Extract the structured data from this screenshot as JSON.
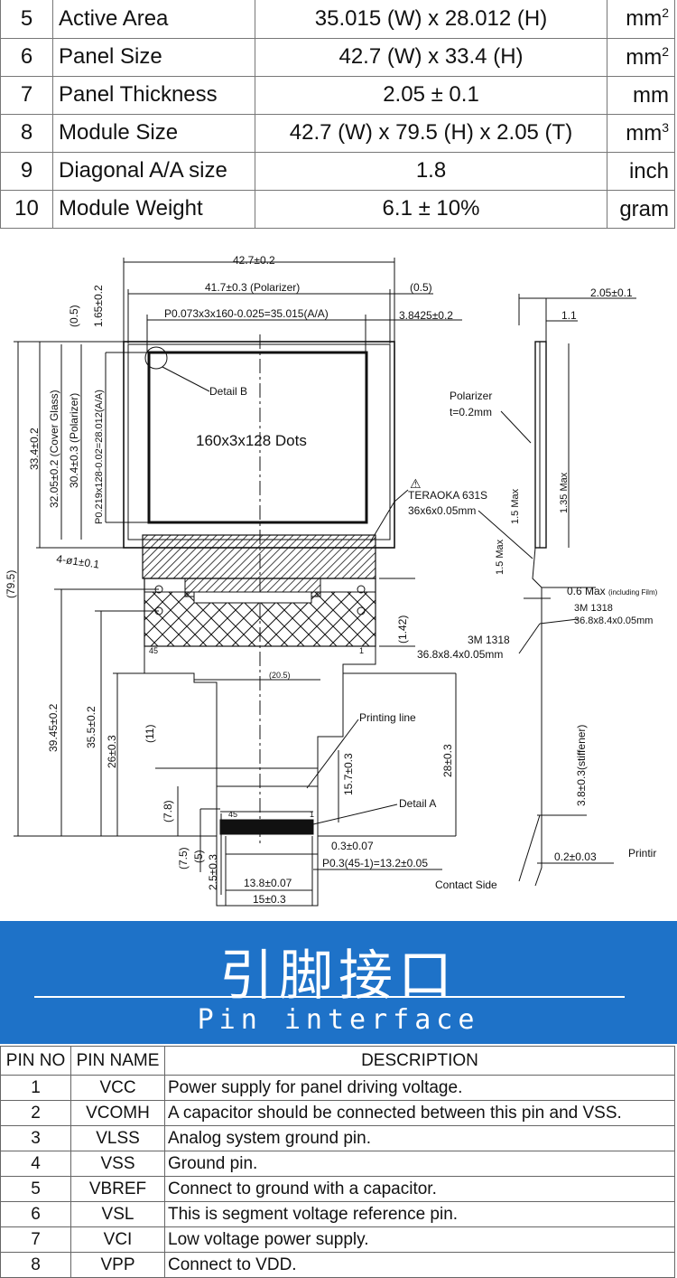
{
  "spec_rows": [
    {
      "no": "5",
      "item": "Active Area",
      "value": "35.015 (W) x 28.012 (H)",
      "unit": "mm",
      "sup": "2"
    },
    {
      "no": "6",
      "item": "Panel Size",
      "value": "42.7 (W) x 33.4 (H)",
      "unit": "mm",
      "sup": "2"
    },
    {
      "no": "7",
      "item": "Panel Thickness",
      "value": "2.05 ± 0.1",
      "unit": "mm",
      "sup": ""
    },
    {
      "no": "8",
      "item": "Module Size",
      "value": "42.7 (W) x 79.5 (H) x 2.05 (T)",
      "unit": "mm",
      "sup": "3"
    },
    {
      "no": "9",
      "item": "Diagonal A/A size",
      "value": "1.8",
      "unit": "inch",
      "sup": ""
    },
    {
      "no": "10",
      "item": "Module Weight",
      "value": "6.1 ± 10%",
      "unit": "gram",
      "sup": ""
    }
  ],
  "drawing": {
    "dim_top_width": "42.7±0.2",
    "dim_polarizer": "41.7±0.3 (Polarizer)",
    "dim_05": "(0.5)",
    "dim_pitch": "P0.073x3x160-0.025=35.015(A/A)",
    "dim_offset": "3.8425±0.2",
    "dim_thick": "2.05±0.1",
    "dim_11": "1.1",
    "detail_b": "Detail B",
    "dots": "160x3x128 Dots",
    "polarizer_label": "Polarizer",
    "polarizer_t": "t=0.2mm",
    "teraoka": "TERAOKA 631S",
    "teraoka_size": "36x6x0.05mm",
    "tape_label": "3M 1318",
    "tape_size": "36.8x8.4x0.05mm",
    "max_06": "0.6 Max",
    "max_06_note": "(including Film)",
    "tape_right": "3M 1318",
    "tape_right_size": "36.8x8.4x0.05mm",
    "max_15a": "1.5 Max",
    "max_15b": "1.5 Max",
    "max_135": "1.35 Max",
    "holes": "4-ø1±0.1",
    "v_795": "(79.5)",
    "v_334": "33.4±0.2",
    "v_3205": "32.05±0.2 (Cover Glass)",
    "v_304": "30.4±0.3 (Polarizer)",
    "v_pitch": "P0.219x128-0.02=28.012(A/A)",
    "v_05": "(0.5)",
    "v_165": "1.65±0.2",
    "v_3945": "39.45±0.2",
    "v_355": "35.5±0.2",
    "v_26": "26±0.3",
    "v_11": "(11)",
    "v_78": "(7.8)",
    "v_75": "(7.5)",
    "v_5": "(5)",
    "v_25": "2.5±0.3",
    "v_157": "15.7±0.3",
    "v_28": "28±0.3",
    "v_142": "(1.42)",
    "v_38": "3.8±0.3(stiffener)",
    "dim_205": "(20.5)",
    "pin45": "45",
    "pin1": "1",
    "printing_line": "Printing line",
    "detail_a": "Detail A",
    "dim_03": "0.3±0.07",
    "dim_p03": "P0.3(45-1)=13.2±0.05",
    "dim_138": "13.8±0.07",
    "dim_15": "15±0.3",
    "dim_02": "0.2±0.03",
    "contact_side": "Contact Side",
    "printir": "Printir"
  },
  "banner": {
    "title_cn": "引脚接口",
    "title_en": "Pin interface"
  },
  "pin_table": {
    "headers": [
      "PIN NO",
      "PIN NAME",
      "DESCRIPTION"
    ],
    "rows": [
      {
        "no": "1",
        "name": "VCC",
        "desc": "Power supply for panel driving voltage."
      },
      {
        "no": "2",
        "name": "VCOMH",
        "desc": "A capacitor should be connected between this pin and VSS."
      },
      {
        "no": "3",
        "name": "VLSS",
        "desc": "Analog system ground pin."
      },
      {
        "no": "4",
        "name": "VSS",
        "desc": "Ground pin."
      },
      {
        "no": "5",
        "name": "VBREF",
        "desc": "Connect to ground with a capacitor."
      },
      {
        "no": "6",
        "name": "VSL",
        "desc": "This is segment voltage reference pin."
      },
      {
        "no": "7",
        "name": "VCI",
        "desc": "Low voltage power supply."
      },
      {
        "no": "8",
        "name": "VPP",
        "desc": "Connect to VDD."
      }
    ]
  }
}
